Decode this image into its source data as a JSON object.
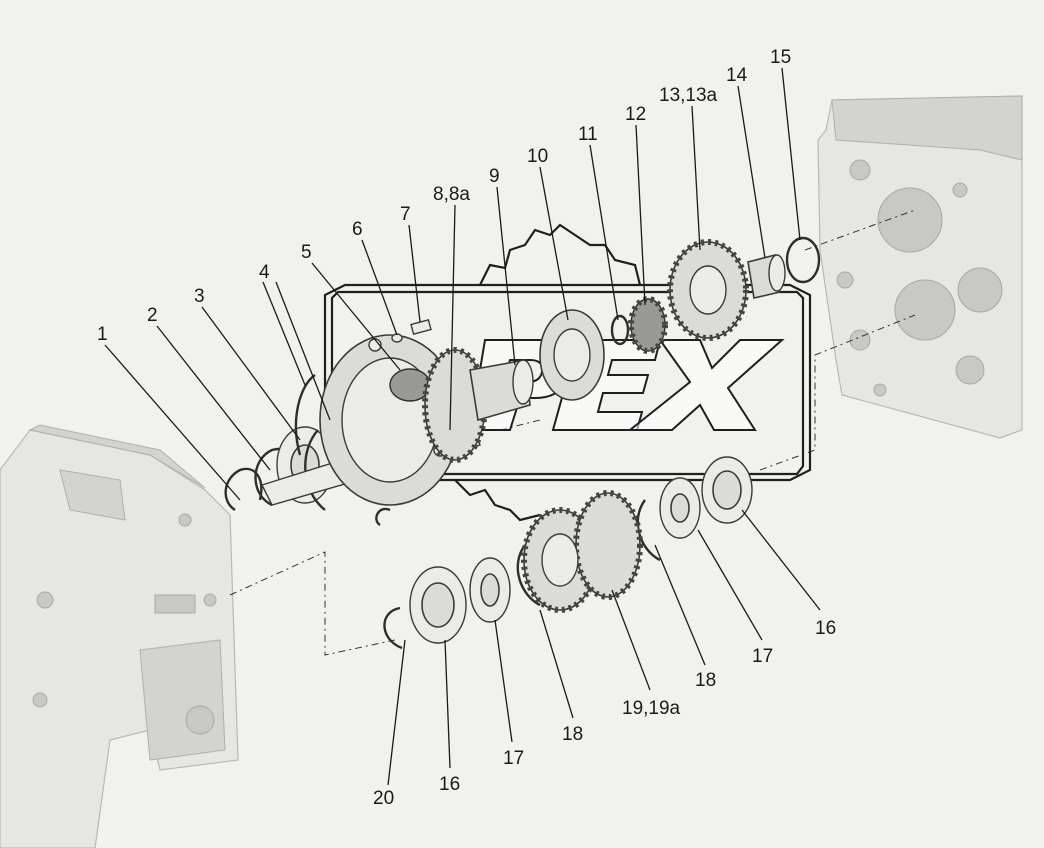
{
  "labels": {
    "l1": "1",
    "l2": "2",
    "l3": "3",
    "l4": "4",
    "l5": "5",
    "l6": "6",
    "l7": "7",
    "l8": "8,8a",
    "l9": "9",
    "l10": "10",
    "l11": "11",
    "l12": "12",
    "l13": "13,13a",
    "l14": "14",
    "l15": "15",
    "l16a": "16",
    "l16b": "16",
    "l17a": "17",
    "l17b": "17",
    "l18a": "18",
    "l18b": "18",
    "l19": "19,19a",
    "l20": "20"
  },
  "watermark": {
    "letters": "PEX"
  },
  "colors": {
    "background": "#f2f2ed",
    "housing": "#e7e7e2",
    "ink": "#1a1a1a"
  }
}
